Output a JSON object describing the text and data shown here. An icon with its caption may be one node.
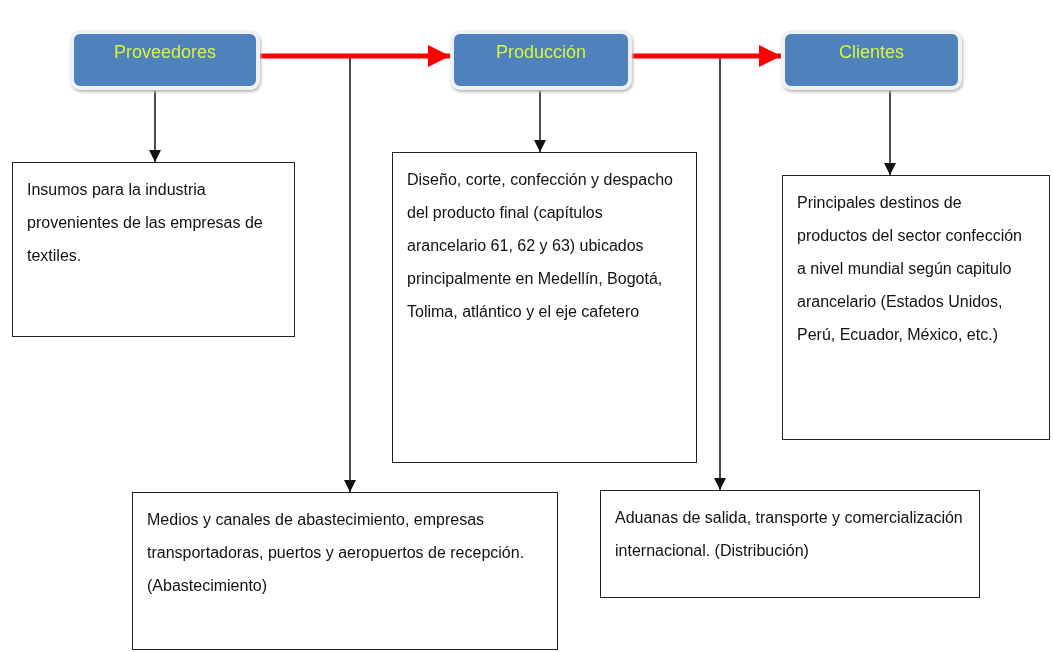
{
  "diagram": {
    "nodes": [
      {
        "text": [
          "Proveedores"
        ]
      },
      {
        "text": [
          "Producción"
        ]
      },
      {
        "text": [
          "Clientes"
        ]
      },
      {
        "text": [
          "Insumos para la industria provenientes de las empresas  de textiles."
        ]
      },
      {
        "text": [
          "Diseño, corte, confección y despacho del producto final (capítulos arancelario 61, 62 y 63) ubicados principalmente en Medellín, Bogotá, Tolima, atlántico  y el eje cafetero"
        ]
      },
      {
        "text": [
          "Principales destinos de productos del sector confección a nivel mundial según capitulo arancelario (Estados Unidos, Perú, Ecuador, México, etc.)"
        ]
      },
      {
        "text": [
          "Medios y canales de abastecimiento, empresas transportadoras, puertos y aeropuertos de recepción. (Abastecimiento)"
        ]
      },
      {
        "text": [
          "Aduanas de salida, transporte y comercialización  internacional. (Distribución)"
        ]
      }
    ],
    "edges": [
      {
        "from": 0,
        "to": 1,
        "arrow": "to",
        "style": "thick",
        "color": "#ff0000"
      },
      {
        "from": 1,
        "to": 2,
        "arrow": "to",
        "style": "thick",
        "color": "#ff0000"
      },
      {
        "from": 0,
        "to": 3,
        "arrow": "to"
      },
      {
        "from": 1,
        "to": 4,
        "arrow": "to"
      },
      {
        "from": 2,
        "to": 5,
        "arrow": "to"
      },
      {
        "from": 0,
        "to": 6,
        "arrow": "to"
      },
      {
        "from": 1,
        "to": 7,
        "arrow": "to"
      }
    ]
  }
}
